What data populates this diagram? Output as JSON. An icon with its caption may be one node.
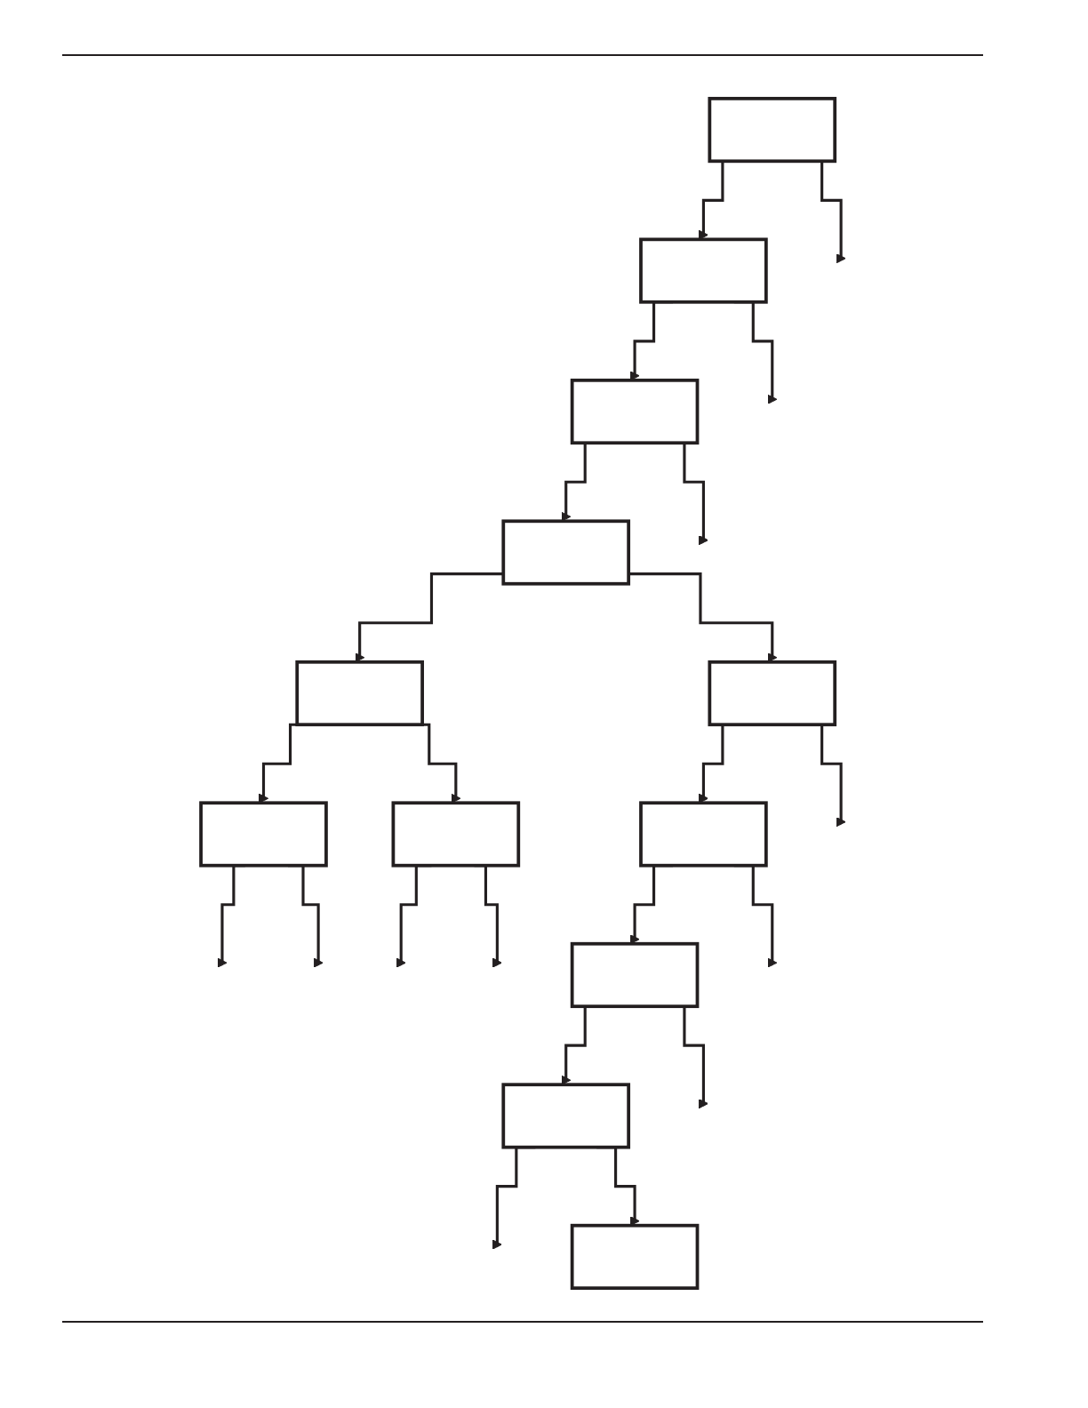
{
  "diagram": {
    "nodes": [
      {
        "text": [],
        "shape": "box"
      },
      {
        "text": [],
        "shape": "box"
      },
      {
        "text": [],
        "shape": "box"
      },
      {
        "text": [],
        "shape": "box"
      },
      {
        "text": [],
        "shape": "box"
      },
      {
        "text": [],
        "shape": "box"
      },
      {
        "text": [],
        "shape": "box"
      },
      {
        "text": [],
        "shape": "box"
      },
      {
        "text": [],
        "shape": "box"
      },
      {
        "text": [],
        "shape": "box"
      },
      {
        "text": [],
        "shape": "box"
      },
      {
        "text": [],
        "shape": "box"
      }
    ],
    "edges": [
      {
        "from": 0,
        "to": 1,
        "arrow": "to"
      },
      {
        "from": 0,
        "to": null,
        "arrow": "to"
      },
      {
        "from": 1,
        "to": 2,
        "arrow": "to"
      },
      {
        "from": 1,
        "to": null,
        "arrow": "to"
      },
      {
        "from": 2,
        "to": 3,
        "arrow": "to"
      },
      {
        "from": 2,
        "to": null,
        "arrow": "to"
      },
      {
        "from": 3,
        "to": 6,
        "arrow": "to"
      },
      {
        "from": 3,
        "to": 5,
        "arrow": "to"
      },
      {
        "from": 5,
        "to": 4,
        "arrow": "to"
      },
      {
        "from": 5,
        "to": null,
        "arrow": "to"
      },
      {
        "from": 4,
        "to": 9,
        "arrow": "to"
      },
      {
        "from": 4,
        "to": null,
        "arrow": "to"
      },
      {
        "from": 6,
        "to": 7,
        "arrow": "to"
      },
      {
        "from": 6,
        "to": 8,
        "arrow": "to"
      },
      {
        "from": 7,
        "to": null,
        "arrow": "to"
      },
      {
        "from": 7,
        "to": null,
        "arrow": "to"
      },
      {
        "from": 8,
        "to": null,
        "arrow": "to"
      },
      {
        "from": 8,
        "to": null,
        "arrow": "to"
      },
      {
        "from": 9,
        "to": 10,
        "arrow": "to"
      },
      {
        "from": 9,
        "to": null,
        "arrow": "to"
      },
      {
        "from": 10,
        "to": null,
        "arrow": "to"
      },
      {
        "from": 10,
        "to": 11,
        "arrow": "to"
      }
    ]
  }
}
